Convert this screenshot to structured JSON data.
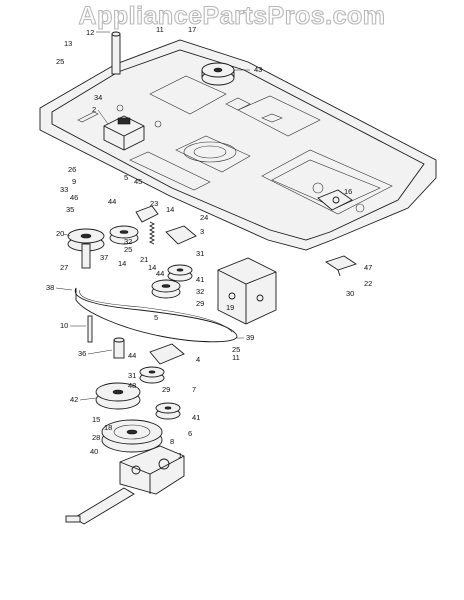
{
  "watermark": "AppliancePartsPros.com",
  "callouts": [
    "12",
    "11",
    "17",
    "13",
    "25",
    "43",
    "34",
    "2",
    "26",
    "9",
    "33",
    "46",
    "35",
    "5",
    "45",
    "44",
    "23",
    "14",
    "24",
    "3",
    "20",
    "32",
    "25",
    "31",
    "27",
    "37",
    "14",
    "21",
    "16",
    "47",
    "22",
    "30",
    "38",
    "14",
    "44",
    "41",
    "32",
    "29",
    "19",
    "10",
    "5",
    "39",
    "36",
    "4",
    "25",
    "11",
    "44",
    "31",
    "48",
    "42",
    "29",
    "7",
    "15",
    "18",
    "6",
    "41",
    "28",
    "40",
    "1",
    "8"
  ]
}
